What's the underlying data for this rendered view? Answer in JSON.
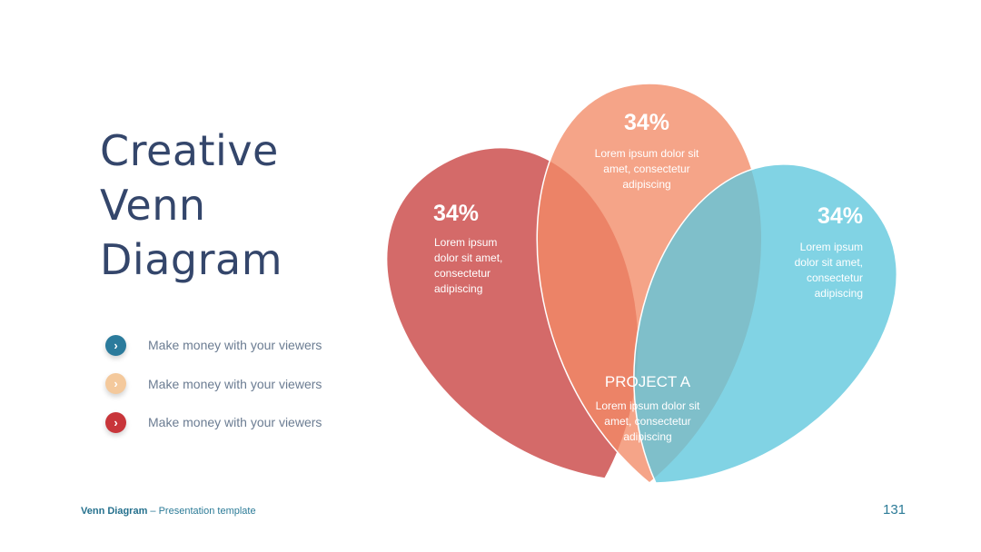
{
  "title": {
    "line1": "Creative",
    "line2": "Venn",
    "line3": "Diagram"
  },
  "bullets": [
    {
      "text": "Make money with your viewers",
      "color": "#2b7b9c"
    },
    {
      "text": "Make money with your viewers",
      "color": "#f4c99c"
    },
    {
      "text": "Make money with your viewers",
      "color": "#c8353a"
    }
  ],
  "venn": {
    "left": {
      "percent": "34%",
      "lines": [
        "Lorem ipsum",
        "dolor sit amet,",
        "consectetur",
        "adipiscing"
      ],
      "color": "#c8403f"
    },
    "top": {
      "percent": "34%",
      "lines": [
        "Lorem ipsum dolor  sit",
        "amet, consectetur",
        "adipiscing"
      ],
      "color": "#f28b66"
    },
    "right": {
      "percent": "34%",
      "lines": [
        "Lorem ipsum",
        "dolor sit amet,",
        "consectetur",
        "adipiscing"
      ],
      "color": "#5ec6dd"
    },
    "center": {
      "title": "PROJECT A",
      "lines": [
        "Lorem ipsum dolor sit",
        "amet, consectetur",
        "adipiscing"
      ]
    }
  },
  "footer": {
    "brand": "Venn Diagram",
    "rest": " – Presentation template",
    "page": "131"
  }
}
